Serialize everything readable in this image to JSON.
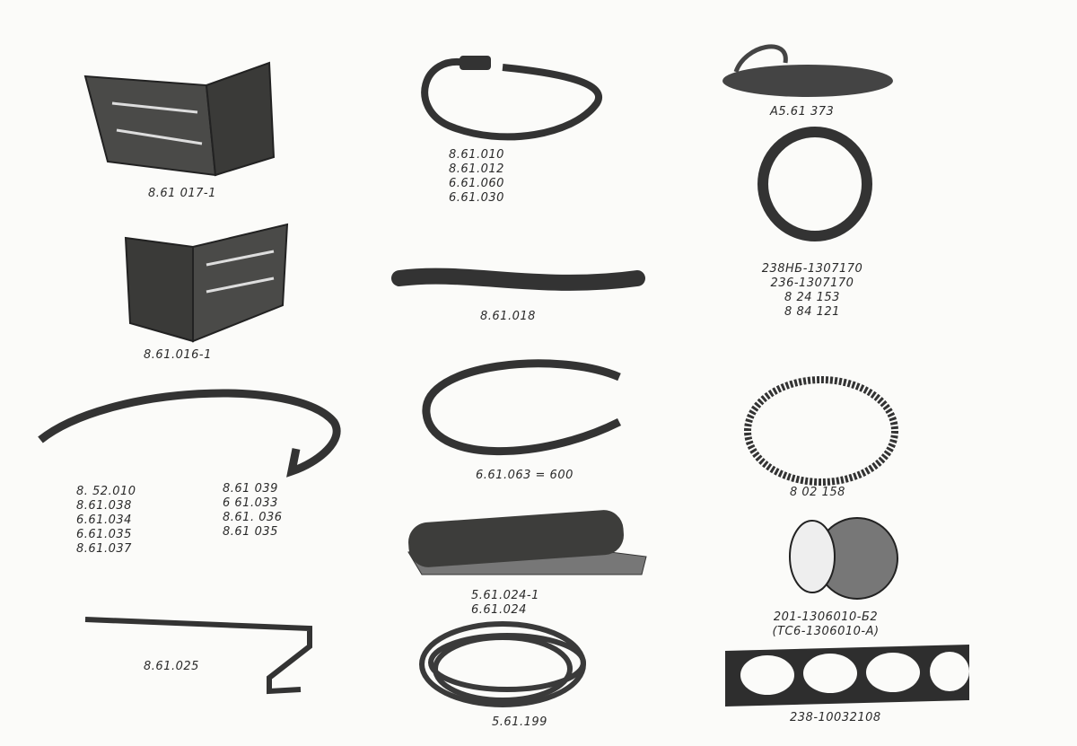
{
  "parts": {
    "tool_box_right": {
      "codes": [
        "8.61 017-1"
      ]
    },
    "tool_box_left": {
      "codes": [
        "8.61.016-1"
      ]
    },
    "hook_rod": {
      "codes_col1": [
        "8. 52.010",
        "8.61.038",
        "6.61.034",
        "6.61.035",
        "8.61.037"
      ],
      "codes_col2": [
        "8.61 039",
        "6 61.033",
        "8.61. 036",
        "8.61 035"
      ]
    },
    "crank_handle": {
      "codes": [
        "8.61.025"
      ]
    },
    "strap": {
      "codes": [
        "8.61.010",
        "8.61.012",
        "6.61.060",
        "6.61.030"
      ]
    },
    "belt_strap": {
      "codes": [
        "8.61.018"
      ]
    },
    "tow_cable": {
      "codes": [
        "6.61.063 = 600"
      ]
    },
    "tarp_roll": {
      "codes": [
        "5.61.024-1",
        "6.61.024"
      ]
    },
    "rope_coil": {
      "codes": [
        "5.61.199"
      ]
    },
    "rope_bundle": {
      "codes": [
        "A5.61 373"
      ]
    },
    "seal_ring": {
      "codes": [
        "238НБ-1307170",
        "236-1307170",
        "8 24 153",
        "8 84 121"
      ]
    },
    "v_belt": {
      "codes": [
        "8 02 158"
      ]
    },
    "thermostat": {
      "codes": [
        "201-1306010-Б2",
        "(ТС6-1306010-А)"
      ]
    },
    "head_gasket": {
      "codes": [
        "238-10032108"
      ]
    }
  }
}
